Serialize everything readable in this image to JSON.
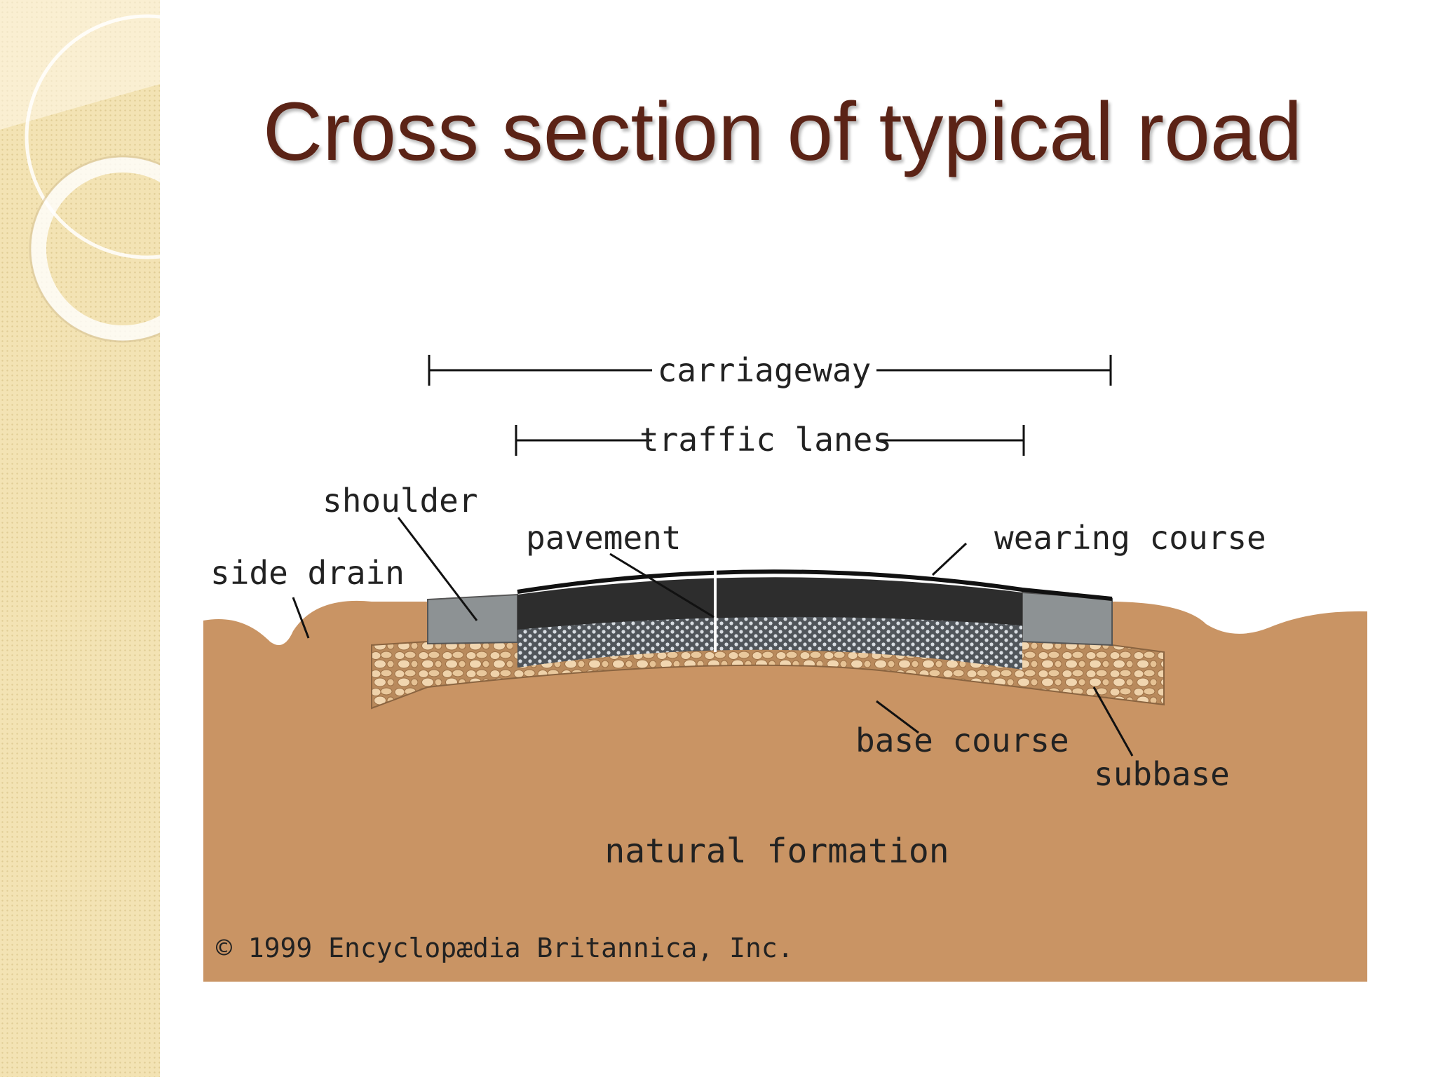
{
  "slide": {
    "title": "Cross section of typical road"
  },
  "diagram": {
    "labels": {
      "carriageway": "carriageway",
      "traffic_lanes": "traffic lanes",
      "shoulder": "shoulder",
      "side_drain": "side drain",
      "pavement": "pavement",
      "wearing_course": "wearing course",
      "base_course": "base course",
      "subbase": "subbase",
      "natural_formation": "natural formation"
    },
    "copyright": "© 1999 Encyclopædia Britannica, Inc.",
    "colors": {
      "soil": "#c99464",
      "wearing_course": "#2d2d2d",
      "shoulder": "#8d9294",
      "base_course": "#505458",
      "subbase": "#e6c79c",
      "title": "#5b2316"
    }
  }
}
